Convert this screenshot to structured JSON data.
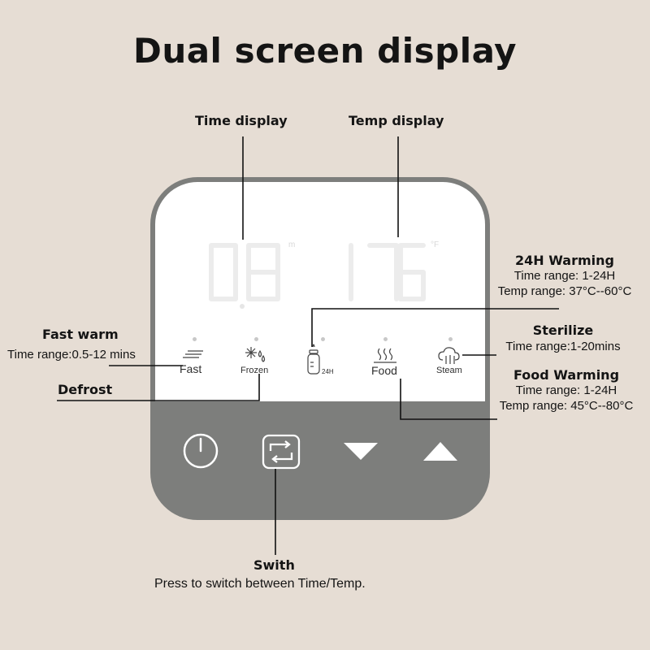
{
  "title": "Dual screen display",
  "labels": {
    "time_display": "Time display",
    "temp_display": "Temp display",
    "fast_warm": {
      "title": "Fast warm",
      "desc": "Time range:0.5-12 mins"
    },
    "defrost": "Defrost",
    "warming_24h": {
      "title": "24H Warming",
      "time": "Time range: 1-24H",
      "temp": "Temp range: 37°C--60°C"
    },
    "sterilize": {
      "title": "Sterilize",
      "desc": "Time range:1-20mins"
    },
    "food_warming": {
      "title": "Food Warming",
      "time": "Time range: 1-24H",
      "temp": "Temp range: 45°C--80°C"
    },
    "switch": {
      "title": "Swith",
      "desc": "Press to switch between Time/Temp."
    }
  },
  "display": {
    "time_value": "08",
    "time_unit": "m",
    "temp_value": "176",
    "temp_unit": "°F"
  },
  "modes": [
    {
      "name": "fast",
      "label": "Fast",
      "icon": "fast-warm-icon"
    },
    {
      "name": "frozen",
      "label": "Frozen",
      "icon": "snowflake-icon"
    },
    {
      "name": "24h",
      "label": "24H",
      "icon": "baby-bottle-icon"
    },
    {
      "name": "food",
      "label": "Food",
      "icon": "food-steam-icon"
    },
    {
      "name": "steam",
      "label": "Steam",
      "icon": "steam-cloud-icon"
    }
  ],
  "buttons": [
    {
      "name": "power",
      "icon": "power-icon"
    },
    {
      "name": "switch",
      "icon": "switch-cycle-icon"
    },
    {
      "name": "down",
      "icon": "down-arrow-icon"
    },
    {
      "name": "up",
      "icon": "up-arrow-icon"
    }
  ],
  "colors": {
    "background": "#e6ddd4",
    "device_gray": "#7d7e7c",
    "screen_white": "#ffffff",
    "segment_glow": "#ececec"
  }
}
